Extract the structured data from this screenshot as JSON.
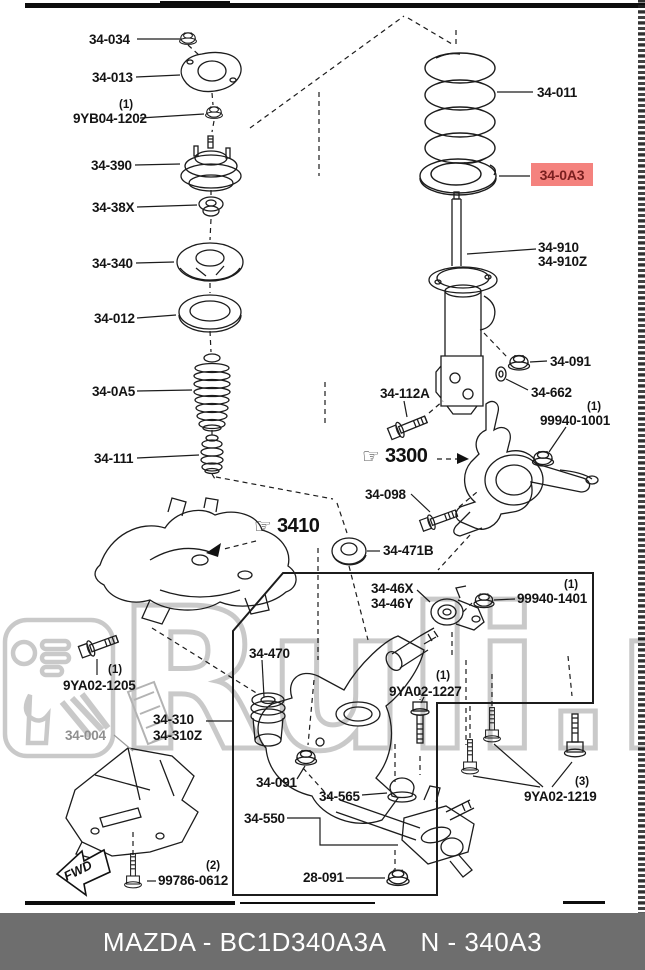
{
  "watermark": {
    "text": "Ruli.ru"
  },
  "icons": {
    "hand_pointer": "☞"
  },
  "fwd": {
    "label": "FWD"
  },
  "footer": {
    "left": "MAZDA - BC1D340A3A",
    "right": "N - 340A3"
  },
  "colors": {
    "highlight_bg": "#f4827e",
    "highlight_fg": "#7a1f1f",
    "footer_bg": "#6e6e6e",
    "watermark": "#c9c9c9"
  },
  "section_refs": {
    "knuckle": {
      "label": "3300"
    },
    "crossmember": {
      "label": "3410"
    }
  },
  "parts": {
    "p34_034": {
      "label": "34-034"
    },
    "p34_013": {
      "label": "34-013"
    },
    "p9YB04_1202": {
      "label": "9YB04-1202",
      "qty": "(1)"
    },
    "p34_390": {
      "label": "34-390"
    },
    "p34_38X": {
      "label": "34-38X"
    },
    "p34_340": {
      "label": "34-340"
    },
    "p34_012": {
      "label": "34-012"
    },
    "p34_0A5": {
      "label": "34-0A5"
    },
    "p34_111": {
      "label": "34-111"
    },
    "p34_011": {
      "label": "34-011"
    },
    "p34_0A3": {
      "label": "34-0A3"
    },
    "p34_910": {
      "label": "34-910"
    },
    "p34_910Z": {
      "label": "34-910Z"
    },
    "p34_091_strut": {
      "label": "34-091"
    },
    "p34_662": {
      "label": "34-662"
    },
    "p34_112A": {
      "label": "34-112A"
    },
    "p99940_1001": {
      "label": "99940-1001",
      "qty": "(1)"
    },
    "p34_098": {
      "label": "34-098"
    },
    "p34_471B": {
      "label": "34-471B"
    },
    "p34_46X": {
      "label": "34-46X"
    },
    "p34_46Y": {
      "label": "34-46Y"
    },
    "p99940_1401": {
      "label": "99940-1401",
      "qty": "(1)"
    },
    "p34_470": {
      "label": "34-470"
    },
    "p9YA02_1227": {
      "label": "9YA02-1227",
      "qty": "(1)"
    },
    "p9YA02_1205": {
      "label": "9YA02-1205",
      "qty": "(1)"
    },
    "p34_310": {
      "label": "34-310"
    },
    "p34_310Z": {
      "label": "34-310Z"
    },
    "p34_004": {
      "label": "34-004"
    },
    "p34_091_arm": {
      "label": "34-091"
    },
    "p34_565": {
      "label": "34-565"
    },
    "p34_550": {
      "label": "34-550"
    },
    "p28_091": {
      "label": "28-091"
    },
    "p99786_0612": {
      "label": "99786-0612",
      "qty": "(2)"
    },
    "p9YA02_1219": {
      "label": "9YA02-1219",
      "qty": "(3)"
    }
  }
}
